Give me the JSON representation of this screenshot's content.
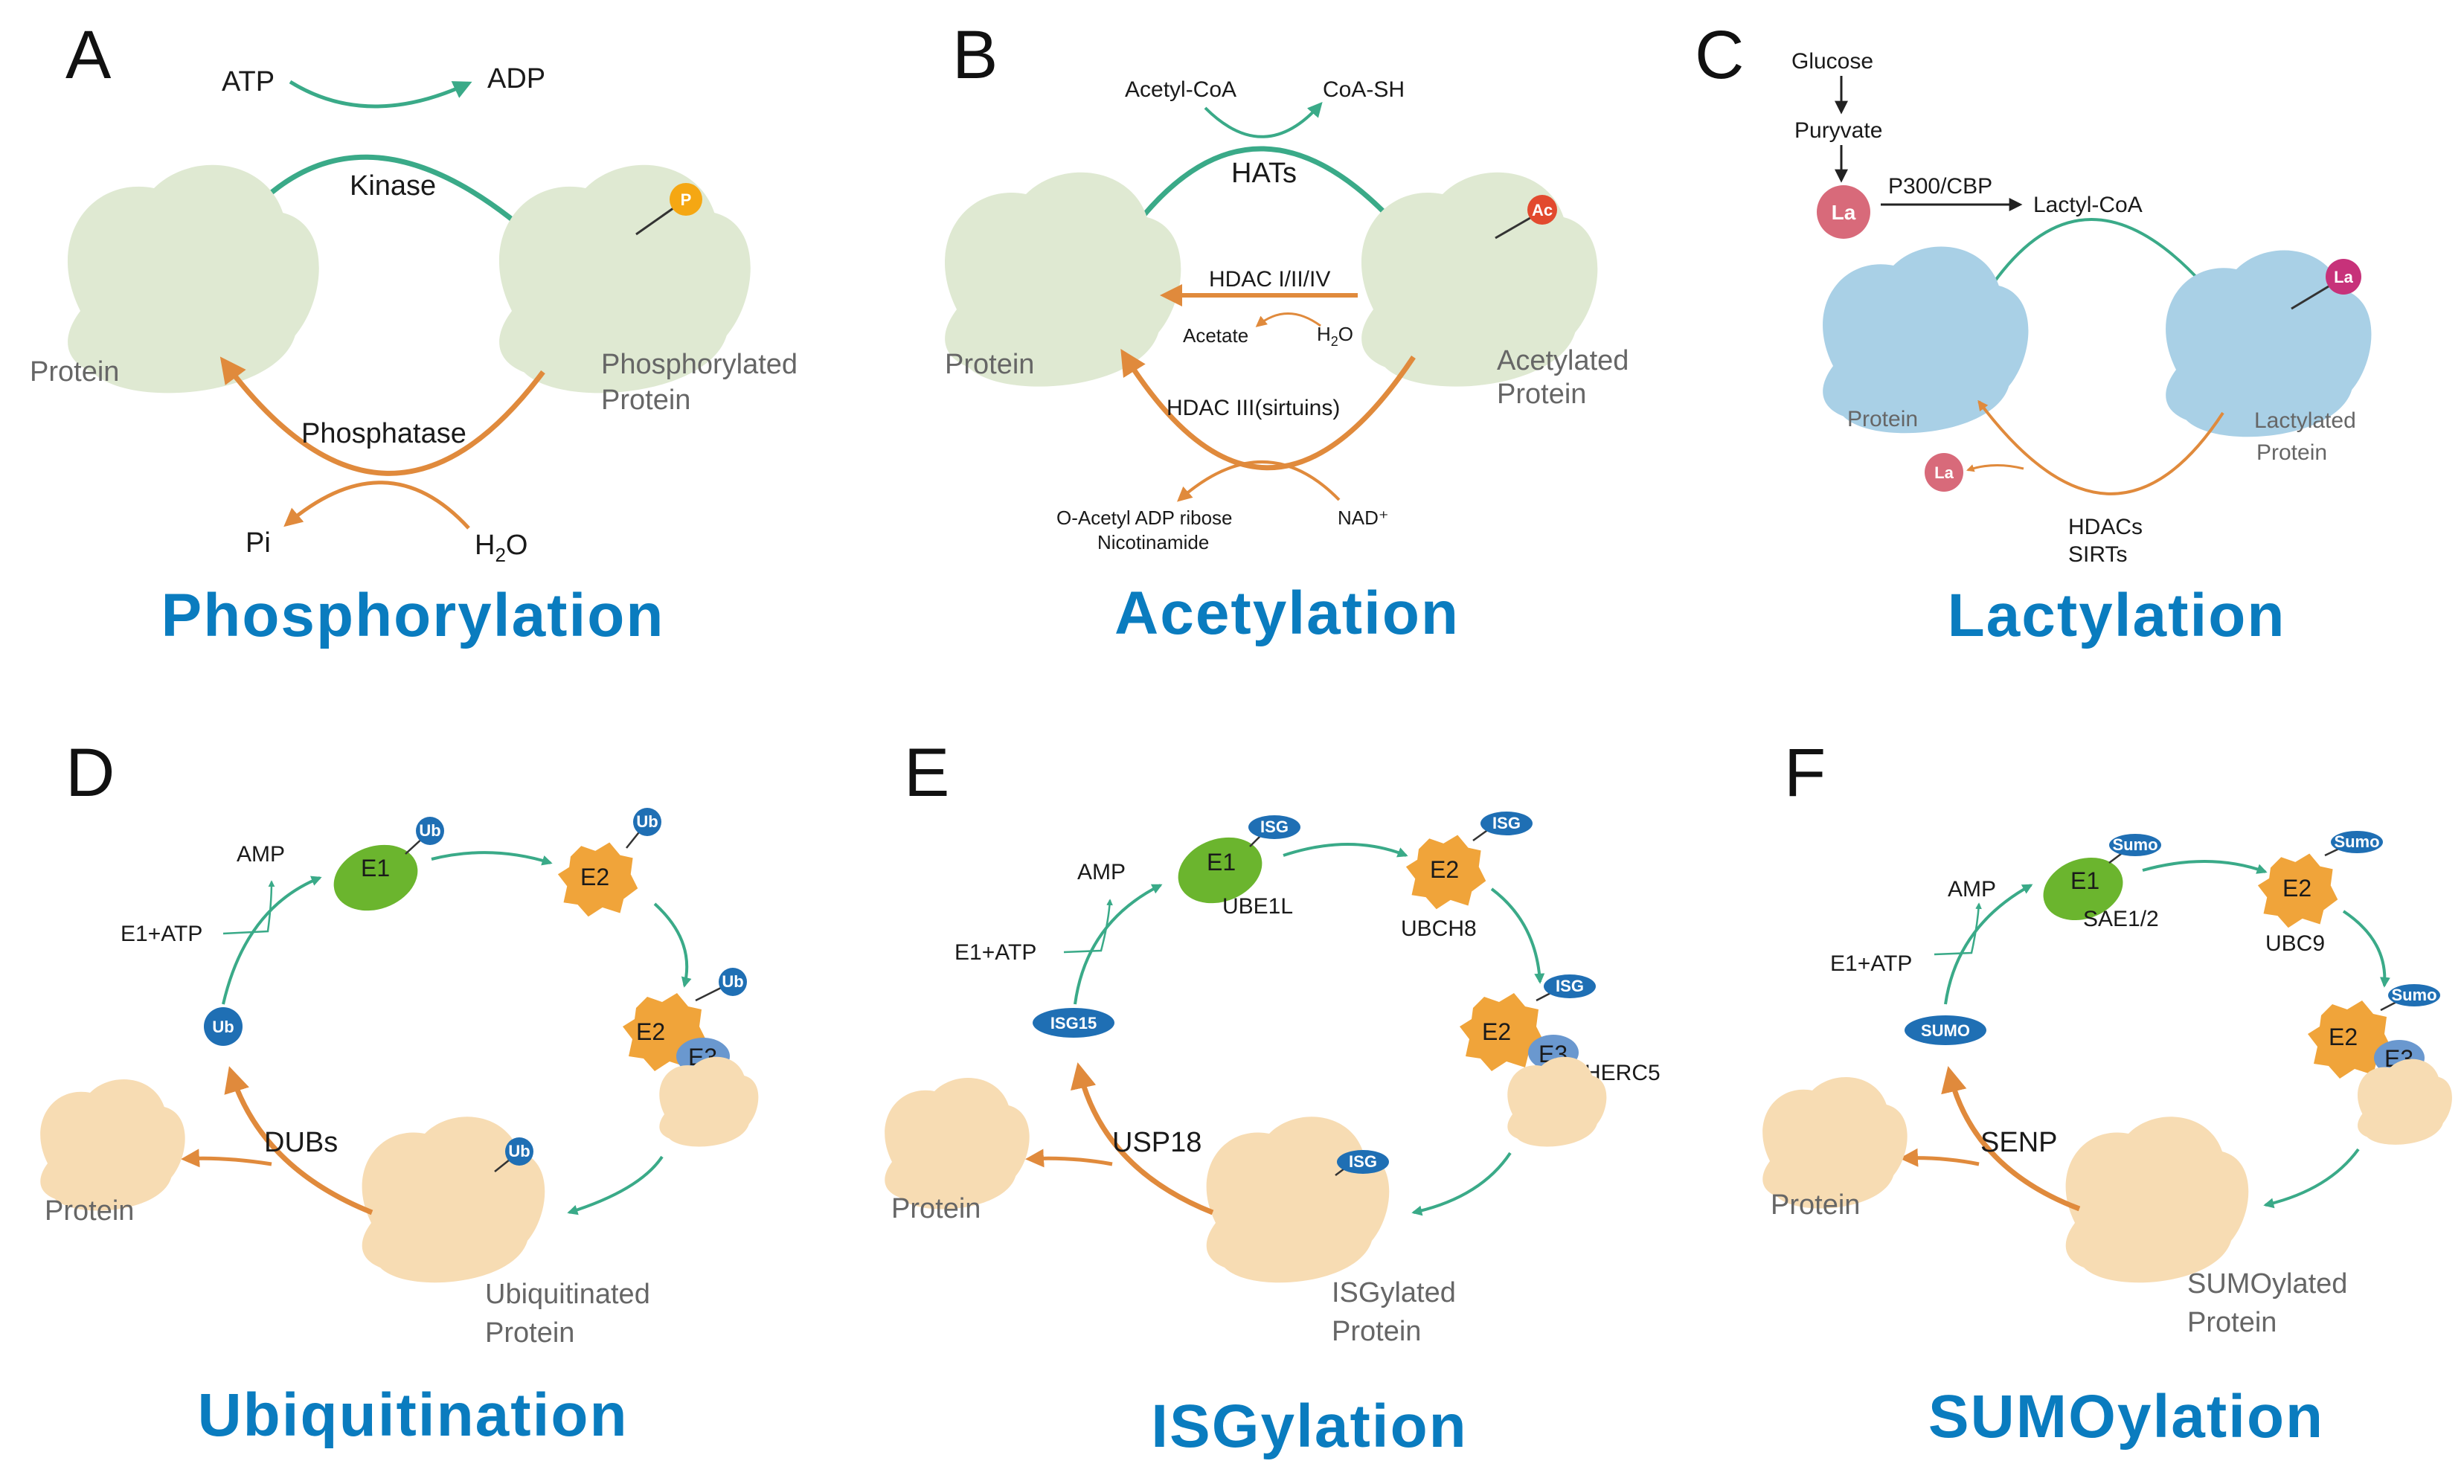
{
  "panels": {
    "A": {
      "letter": "A",
      "title": "Phosphorylation",
      "atp": "ATP",
      "adp": "ADP",
      "kinase": "Kinase",
      "p": "P",
      "protein": "Protein",
      "mod1": "Phosphorylated",
      "mod2": "Protein",
      "phosphatase": "Phosphatase",
      "pi": "Pi",
      "h2o": "H",
      "h2o_sub": "2",
      "h2o_o": "O"
    },
    "B": {
      "letter": "B",
      "title": "Acetylation",
      "acetylcoa": "Acetyl-CoA",
      "coash": "CoA-SH",
      "hats": "HATs",
      "ac": "Ac",
      "hdac1": "HDAC I/II/IV",
      "acetate": "Acetate",
      "h2o": "H",
      "h2o_sub": "2",
      "h2o_o": "O",
      "protein": "Protein",
      "mod1": "Acetylated",
      "mod2": "Protein",
      "hdac3": "HDAC III(sirtuins)",
      "oacetyl": "O-Acetyl ADP ribose",
      "nicotinamide": "Nicotinamide",
      "nad": "NAD⁺"
    },
    "C": {
      "letter": "C",
      "title": "Lactylation",
      "glucose": "Glucose",
      "puryvate": "Puryvate",
      "la": "La",
      "p300": "P300/CBP",
      "lactylcoa": "Lactyl-CoA",
      "protein": "Protein",
      "mod1": "Lactylated",
      "mod2": "Protein",
      "hdacs": "HDACs",
      "sirts": "SIRTs"
    },
    "D": {
      "letter": "D",
      "title": "Ubiquitination",
      "amp": "AMP",
      "e1atp": "E1+ATP",
      "e1": "E1",
      "e2": "E2",
      "e3": "E3",
      "tag": "Ub",
      "free_tag": "Ub",
      "dubs": "DUBs",
      "protein": "Protein",
      "mod1": "Ubiquitinated",
      "mod2": "Protein"
    },
    "E": {
      "letter": "E",
      "title": "ISGylation",
      "amp": "AMP",
      "e1atp": "E1+ATP",
      "e1": "E1",
      "e2": "E2",
      "e3": "E3",
      "tag": "ISG",
      "free_tag": "ISG15",
      "e1_name": "UBE1L",
      "e2_name": "UBCH8",
      "e3_name": "HERC5",
      "usp": "USP18",
      "protein": "Protein",
      "mod1": "ISGylated",
      "mod2": "Protein"
    },
    "F": {
      "letter": "F",
      "title": "SUMOylation",
      "amp": "AMP",
      "e1atp": "E1+ATP",
      "e1": "E1",
      "e2": "E2",
      "e3": "E3",
      "tag": "Sumo",
      "free_tag": "SUMO",
      "e1_name": "SAE1/2",
      "e2_name": "UBC9",
      "senp": "SENP",
      "protein": "Protein",
      "mod1": "SUMOylated",
      "mod2": "Protein"
    }
  },
  "colors": {
    "green_arrow": "#3aaa88",
    "orange_arrow": "#e08a3c",
    "title_blue": "#0a7cbf",
    "green_protein": "#dfe9d2",
    "blue_protein": "#a9d0e6",
    "peach_protein": "#f7dcb3",
    "e1_green": "#6bb52e",
    "e2_orange": "#f0a43a",
    "e3_blue": "#6a98cf",
    "tag_blue": "#1f6fb4",
    "p_yellow": "#f5a713",
    "ac_red": "#e24a2e",
    "la_pink": "#d86a7a",
    "la_magenta": "#c7327a"
  }
}
